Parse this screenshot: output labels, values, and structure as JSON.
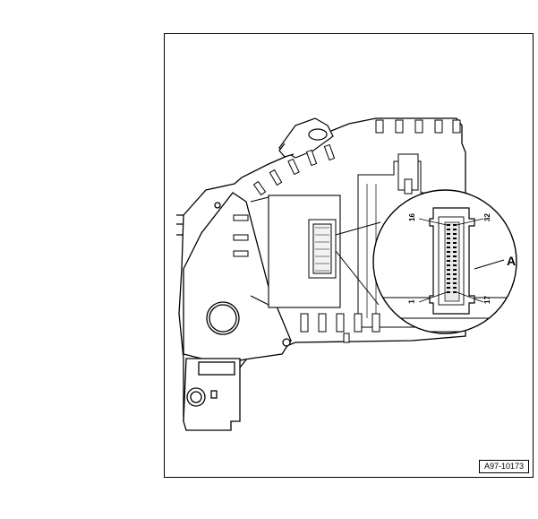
{
  "diagram": {
    "reference_id": "A97-10173",
    "callout_label": "A",
    "pin_labels": {
      "top_left": "16",
      "top_right": "32",
      "bottom_left": "1",
      "bottom_right": "17"
    }
  },
  "colors": {
    "line": "#000000",
    "background": "#ffffff",
    "shade": "#e8e8e8"
  }
}
